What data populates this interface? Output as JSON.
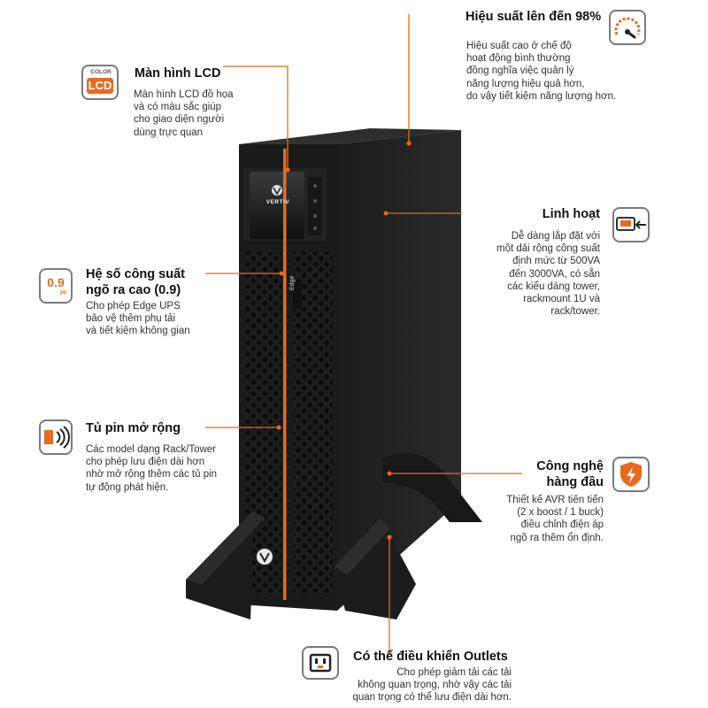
{
  "colors": {
    "accent": "#e86a1f",
    "tower": "#222222",
    "tower_dark": "#151515"
  },
  "product": {
    "brand_logo": "VERTIV",
    "side_label": "Edge"
  },
  "features": {
    "efficiency": {
      "icon": "gauge-icon",
      "title": "Hiệu suất lên đến 98%",
      "lines": [
        "Hiệu suất cao ở chế độ",
        "hoạt động bình thường",
        "đồng nghĩa việc quản lý",
        "năng lượng hiệu quả hơn,",
        "do vậy tiết kiệm năng lượng hơn."
      ]
    },
    "lcd": {
      "icon": "color-lcd-icon",
      "icon_top": "COLOR",
      "icon_bottom": "LCD",
      "title": "Màn hình LCD",
      "lines": [
        "Màn hình LCD đồ họa",
        "và có màu sắc giúp",
        "cho giao diện người",
        "dùng trực quan"
      ]
    },
    "flexible": {
      "icon": "rack-mount-icon",
      "title": "Linh hoạt",
      "lines": [
        "Dễ dàng lắp đặt với",
        "một dải rộng công suất",
        "định mức từ 500VA",
        "đến 3000VA, có sẵn",
        "các kiểu dáng tower,",
        "rackmount 1U và",
        "rack/tower."
      ]
    },
    "power_factor": {
      "icon": "power-factor-icon",
      "icon_value": "0.9",
      "icon_unit": "PF",
      "title_lines": [
        "Hệ số công suất",
        "ngõ ra cao (0.9)"
      ],
      "lines": [
        "Cho phép Edge UPS",
        "bảo vệ thêm phụ tải",
        "và tiết kiệm không gian"
      ]
    },
    "battery": {
      "icon": "battery-cabinet-icon",
      "title": "Tủ pin mở rộng",
      "lines": [
        "Các model dạng Rack/Tower",
        "cho phép lưu điện dài hơn",
        "nhờ mở rộng thêm các tủ pin",
        "tự động phát hiện."
      ]
    },
    "technology": {
      "icon": "shield-bolt-icon",
      "title_lines": [
        "Công nghệ",
        "hàng đầu"
      ],
      "lines": [
        "Thiết kế AVR tiên tiến",
        "(2 x boost / 1 buck)",
        "điều chỉnh điện áp",
        "ngõ ra thêm ổn định."
      ]
    },
    "outlets": {
      "icon": "power-outlet-icon",
      "title": "Có thể điều khiển Outlets",
      "lines": [
        "Cho phép giảm tải các tải",
        "không quan trọng, nhờ vậy các tải",
        "quan trọng có thể lưu điện dài hơn."
      ]
    }
  }
}
